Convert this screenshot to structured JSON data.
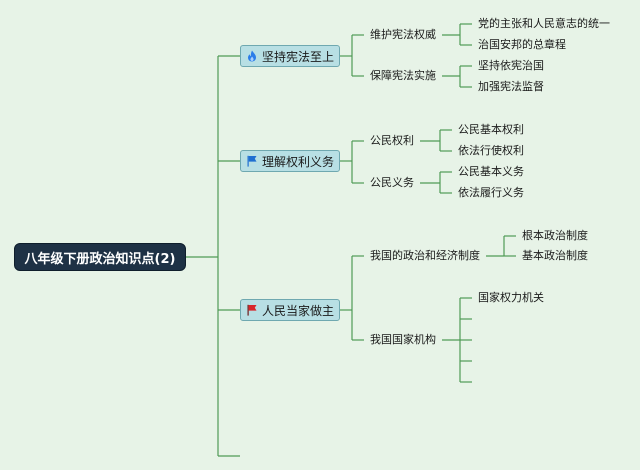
{
  "root": {
    "label": "八年级下册政治知识点(2)"
  },
  "topics": [
    {
      "label": "坚持宪法至上",
      "icon": "fire-icon",
      "children": [
        {
          "label": "维护宪法权威",
          "children": [
            "党的主张和人民意志的统一",
            "治国安邦的总章程"
          ]
        },
        {
          "label": "保障宪法实施",
          "children": [
            "坚持依宪治国",
            "加强宪法监督"
          ]
        }
      ]
    },
    {
      "label": "理解权利义务",
      "icon": "flag-icon",
      "children": [
        {
          "label": "公民权利",
          "children": [
            "公民基本权利",
            "依法行使权利"
          ]
        },
        {
          "label": "公民义务",
          "children": [
            "公民基本义务",
            "依法履行义务"
          ]
        }
      ]
    },
    {
      "label": "人民当家做主",
      "icon": "red-flag-icon",
      "children": [
        {
          "label": "我国的政治和经济制度",
          "children": [
            "根本政治制度",
            "基本政治制度"
          ]
        },
        {
          "label": "我国国家机构",
          "children": [
            "国家权力机关",
            "",
            "",
            "",
            ""
          ]
        }
      ]
    }
  ],
  "colors": {
    "background": "#e7f3e7",
    "line": "#4f9a56",
    "root_fill": "#1e3145",
    "topic_fill": "#b8dfe4",
    "fire": "#2b7de9",
    "flag_blue": "#1f6fd1",
    "flag_red": "#d8262a"
  }
}
